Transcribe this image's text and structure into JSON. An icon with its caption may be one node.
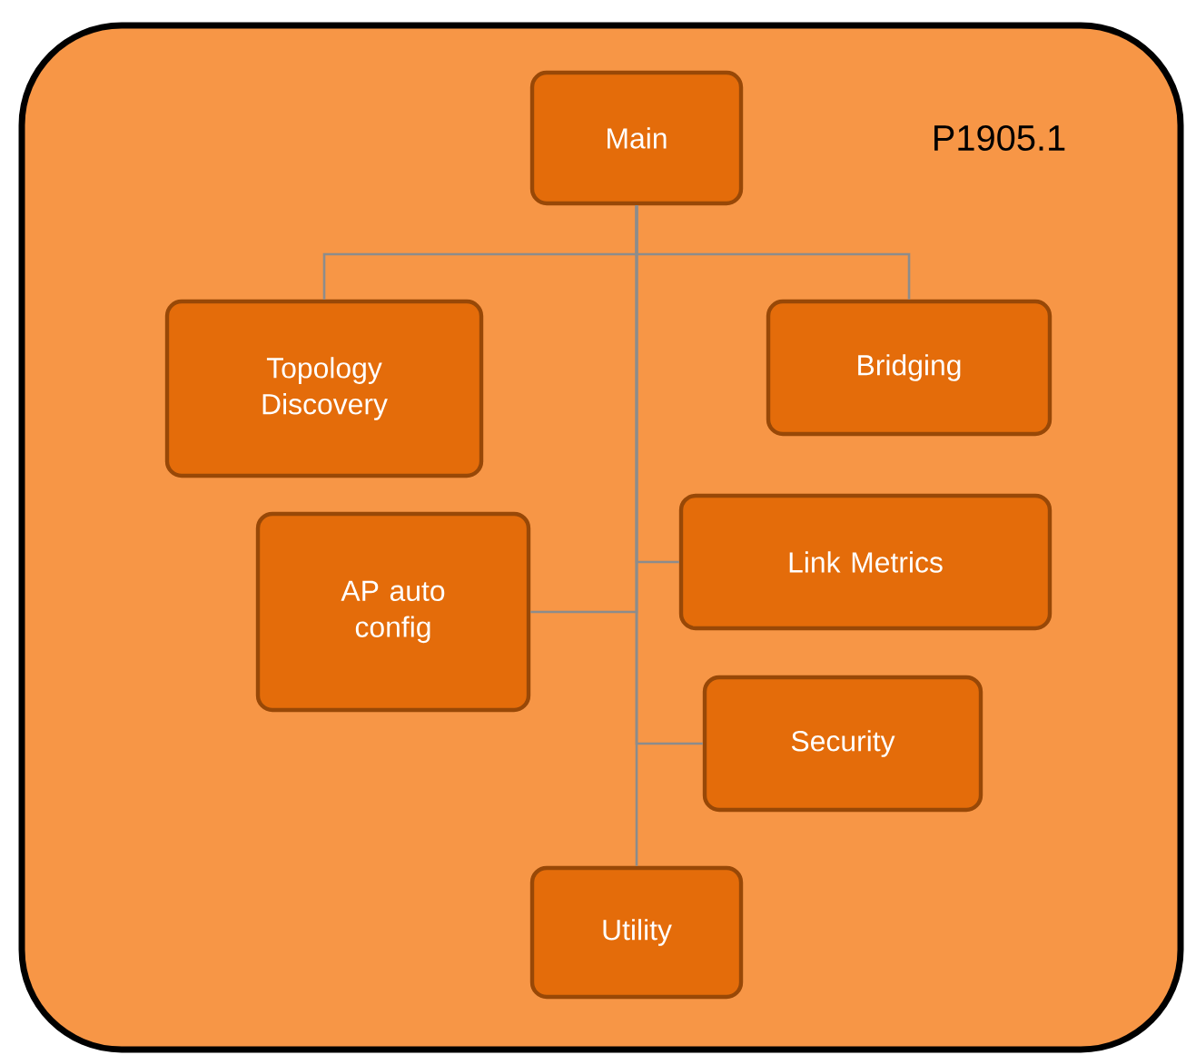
{
  "diagram": {
    "nodes": [
      {
        "text": [
          "P1905.1"
        ]
      },
      {
        "text": [
          "Main"
        ],
        "in": 0
      },
      {
        "text": [
          "Topology Discovery"
        ],
        "in": 0
      },
      {
        "text": [
          "Bridging"
        ],
        "in": 0
      },
      {
        "text": [
          "AP auto config"
        ],
        "in": 0
      },
      {
        "text": [
          "Link Metrics"
        ],
        "in": 0
      },
      {
        "text": [
          "Security"
        ],
        "in": 0
      },
      {
        "text": [
          "Utility"
        ],
        "in": 0
      }
    ],
    "edges": [
      {
        "from": 1,
        "to": 2,
        "arrow": "none"
      },
      {
        "from": 1,
        "to": 3,
        "arrow": "none"
      },
      {
        "from": 1,
        "to": 4,
        "arrow": "none"
      },
      {
        "from": 1,
        "to": 5,
        "arrow": "none"
      },
      {
        "from": 1,
        "to": 6,
        "arrow": "none"
      },
      {
        "from": 1,
        "to": 7,
        "arrow": "none"
      }
    ]
  }
}
